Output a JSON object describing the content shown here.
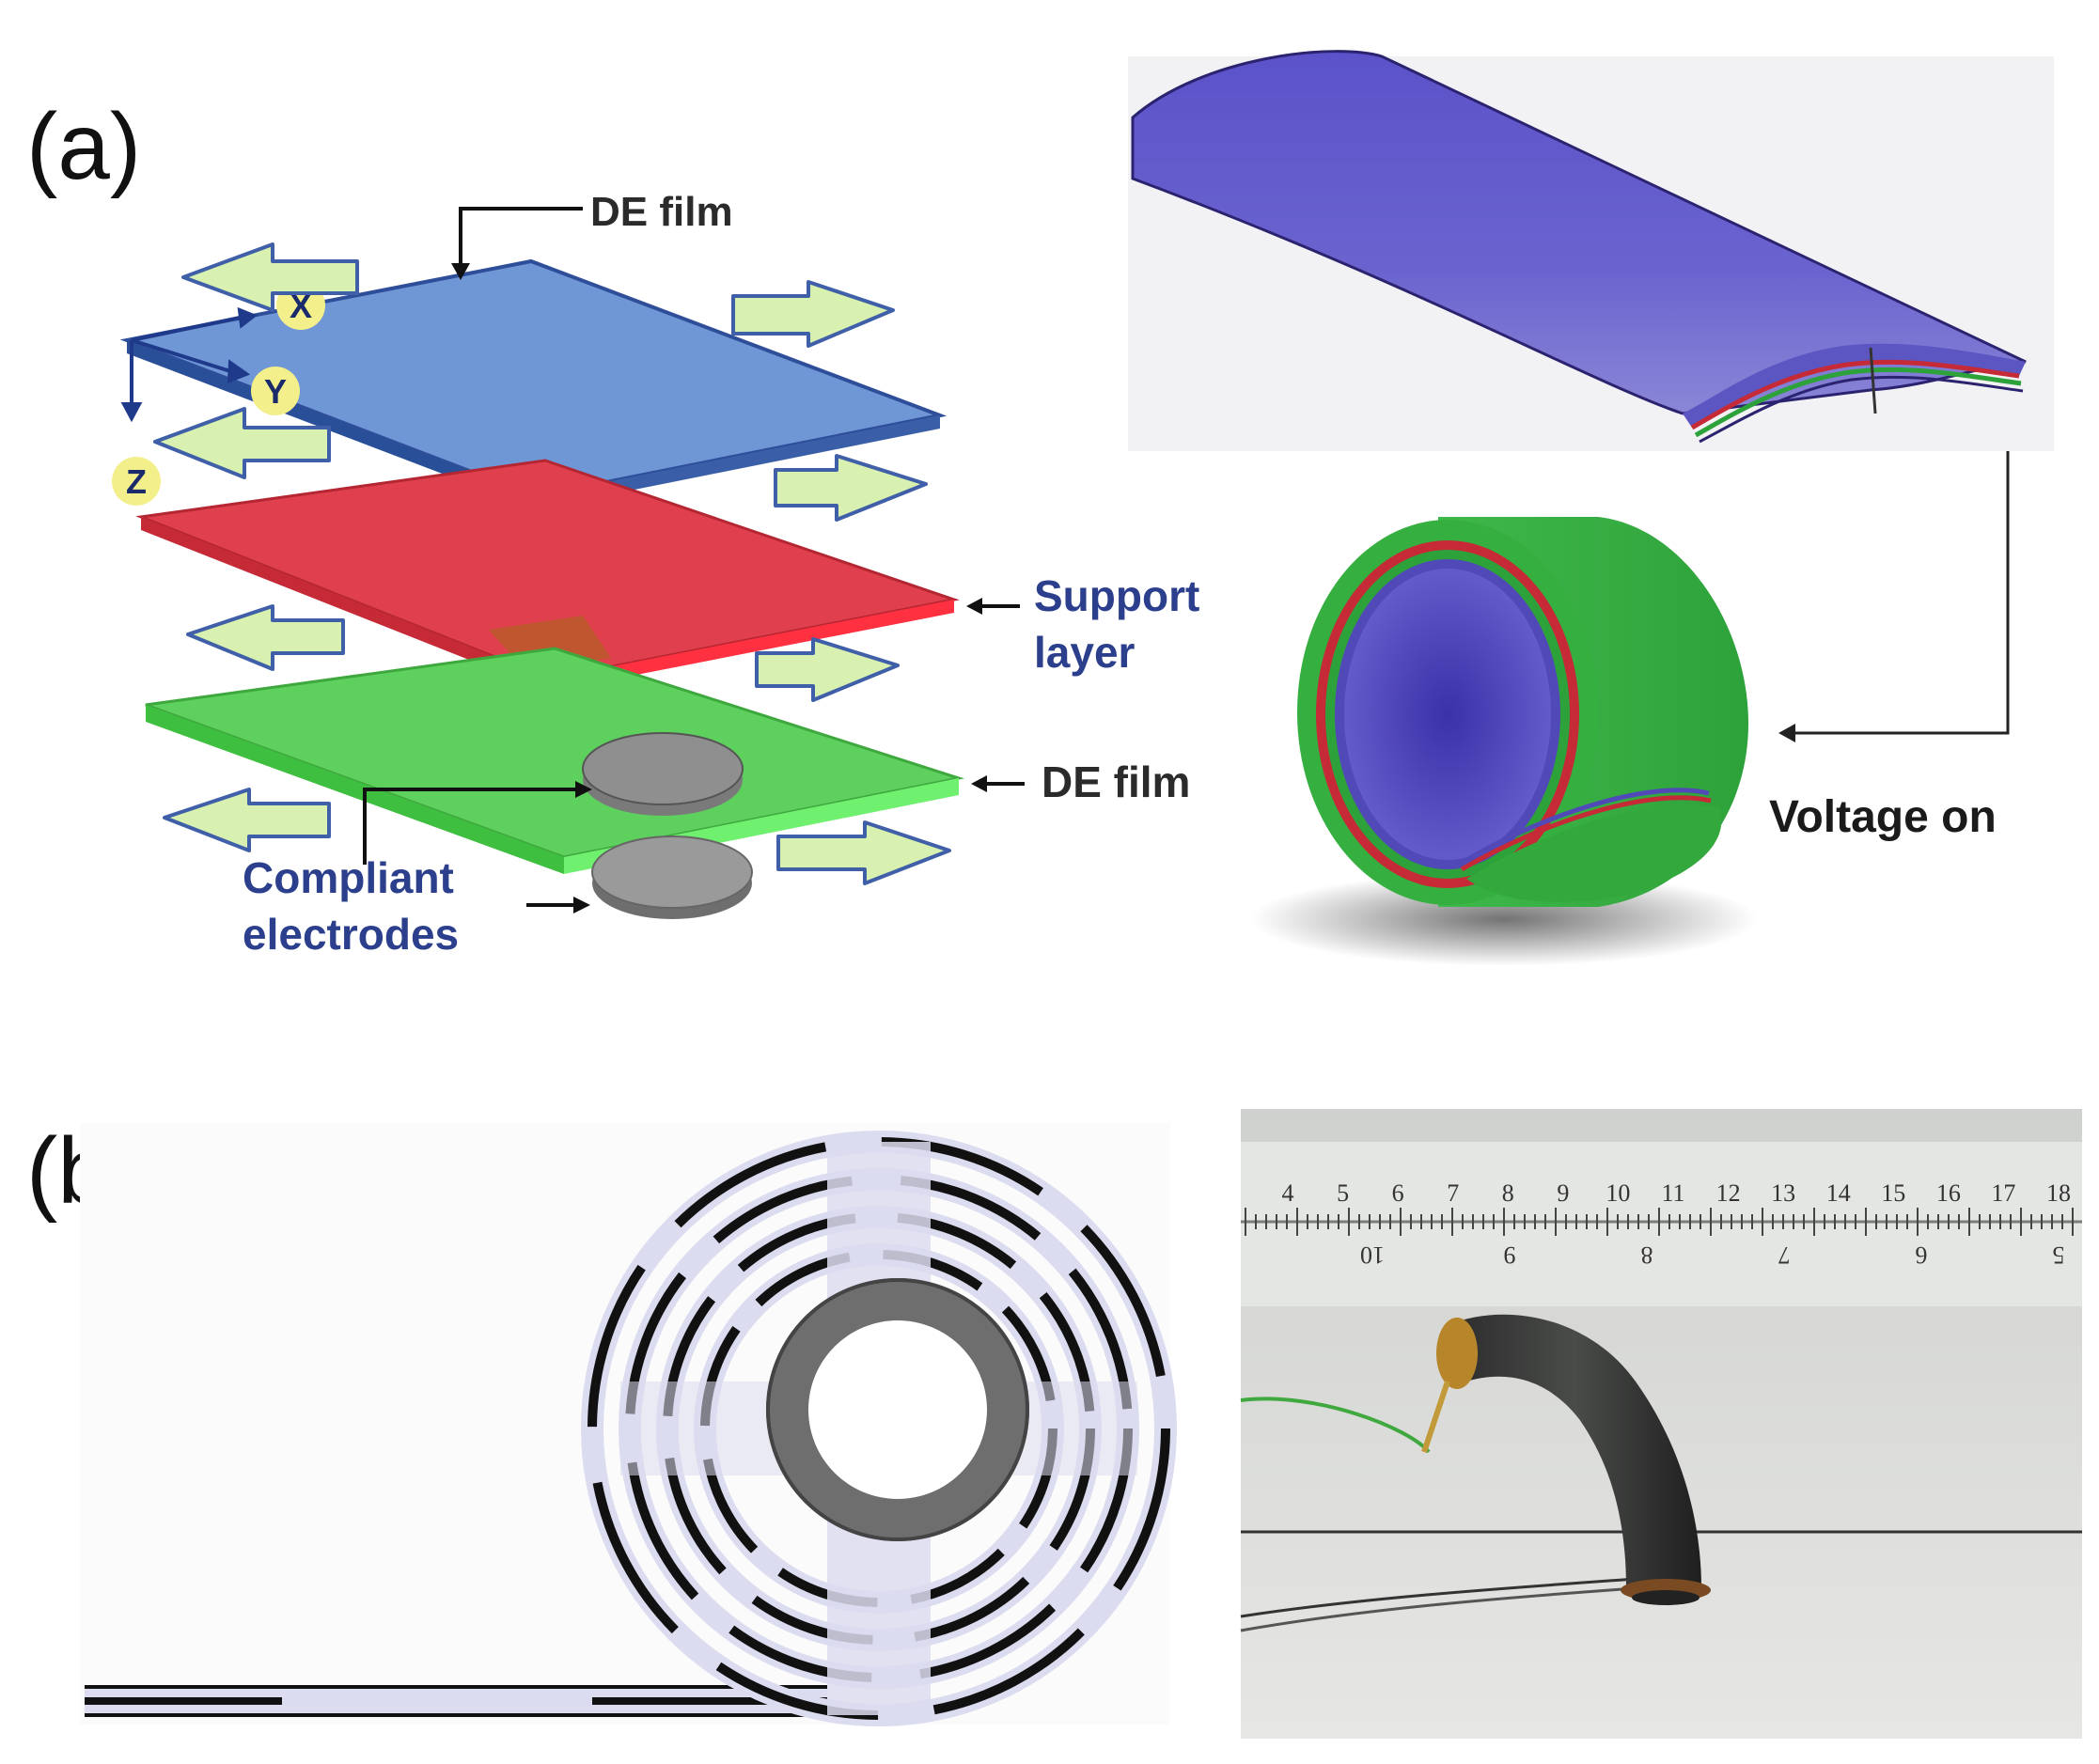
{
  "panels": {
    "a": {
      "label": "(a)",
      "callouts": {
        "de_film_top": "DE film",
        "support_layer_1": "Support",
        "support_layer_2": "layer",
        "de_film_bottom": "DE film",
        "compliant_1": "Compliant",
        "compliant_2": "electrodes",
        "voltage_on": "Voltage on"
      },
      "axes": {
        "x": "X",
        "y": "Y",
        "z": "Z"
      }
    },
    "b": {
      "label": "(b)",
      "ruler_top_numbers": [
        "4",
        "5",
        "6",
        "7",
        "8",
        "9",
        "10",
        "11",
        "12",
        "13",
        "14",
        "15",
        "16",
        "17",
        "18"
      ],
      "ruler_bottom_numbers": [
        "10",
        "9",
        "8",
        "7",
        "6",
        "5"
      ]
    }
  },
  "colors": {
    "de_film_blue": "#6f97d6",
    "support_red": "#e0404e",
    "de_film_green": "#5ed05e",
    "text_blue": "#2b3f8c",
    "arrow_fill": "#d8f0b0",
    "electrode_grey": "#8c8c8c"
  }
}
